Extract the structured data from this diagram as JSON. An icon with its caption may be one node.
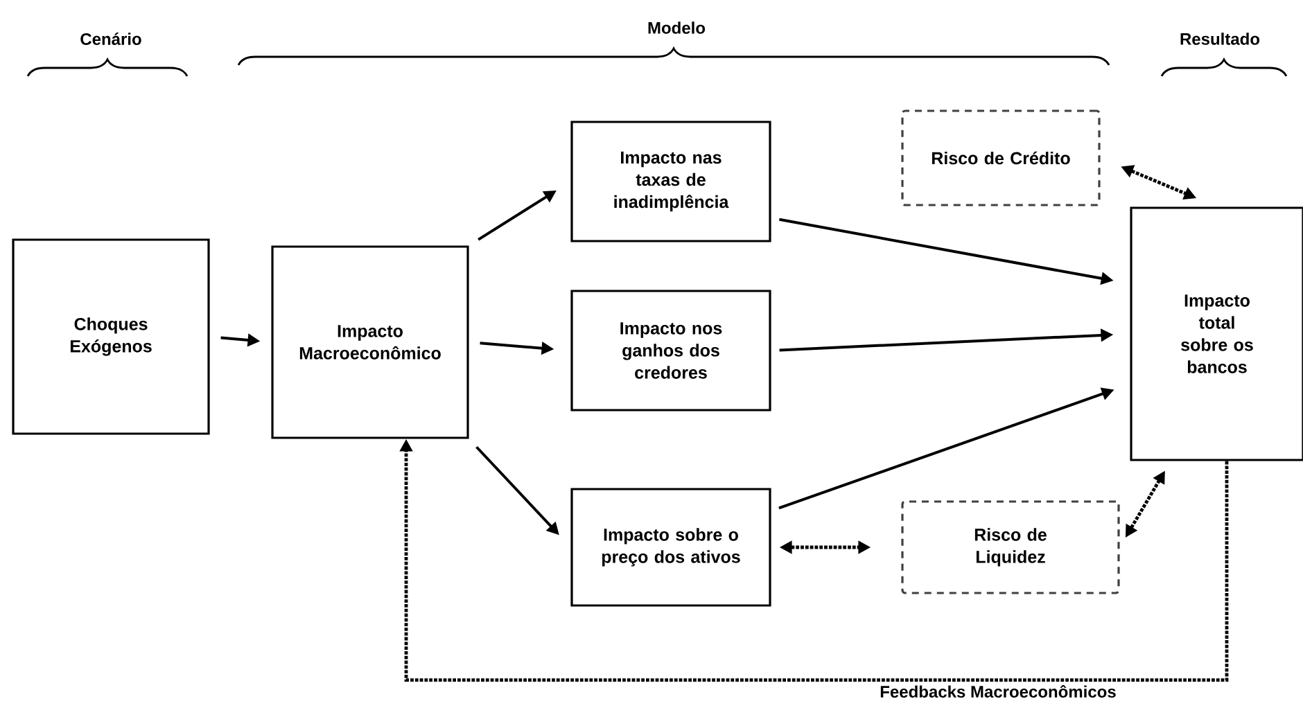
{
  "diagram": {
    "nodes": [
      {
        "text": [
          "Choques Exógenos"
        ]
      },
      {
        "text": [
          "Impacto Macroeconômico"
        ]
      },
      {
        "text": [
          "Impacto nas taxas de inadimplência"
        ]
      },
      {
        "text": [
          "Impacto nos ganhos dos credores"
        ]
      },
      {
        "text": [
          "Impacto sobre o preço dos ativos"
        ]
      },
      {
        "text": [
          "Risco de Crédito"
        ]
      },
      {
        "text": [
          "Impacto total sobre os bancos"
        ]
      },
      {
        "text": [
          "Risco de Liquidez"
        ]
      }
    ],
    "edges": [
      {
        "from": 0,
        "to": 1,
        "arrow": "to"
      },
      {
        "from": 1,
        "to": 2,
        "arrow": "to"
      },
      {
        "from": 1,
        "to": 3,
        "arrow": "to"
      },
      {
        "from": 1,
        "to": 4,
        "arrow": "to"
      },
      {
        "from": 2,
        "to": 6,
        "arrow": "to"
      },
      {
        "from": 3,
        "to": 6,
        "arrow": "to"
      },
      {
        "from": 4,
        "to": 6,
        "arrow": "to"
      },
      {
        "from": 5,
        "to": 6,
        "arrow": "both",
        "style": "dashed"
      },
      {
        "from": 4,
        "to": 7,
        "arrow": "both",
        "style": "dashed"
      },
      {
        "from": 7,
        "to": 6,
        "arrow": "both",
        "style": "dashed"
      },
      {
        "from": 6,
        "to": 1,
        "arrow": "to",
        "style": "dashed",
        "label": "Feedbacks Macroeconômicos"
      }
    ],
    "labels": [
      "Cenário",
      "Modelo",
      "Resultado"
    ]
  }
}
